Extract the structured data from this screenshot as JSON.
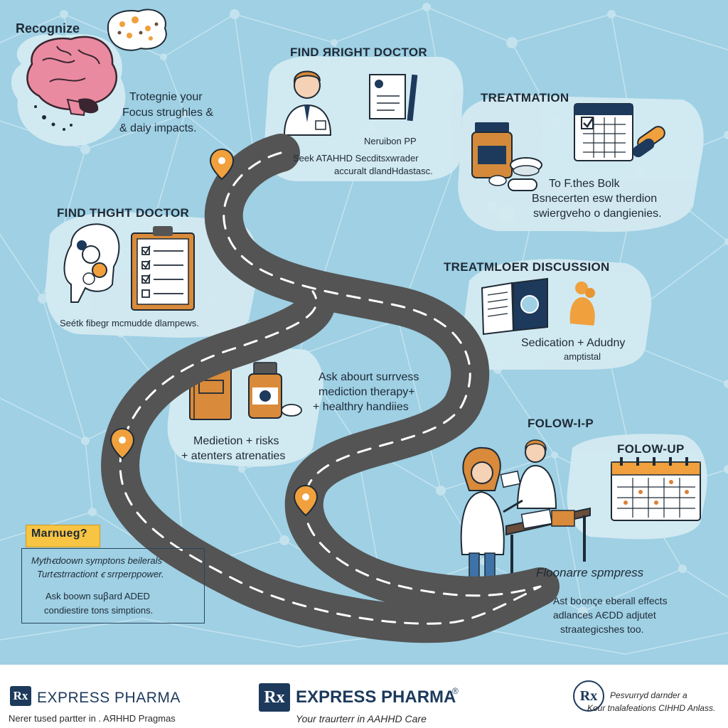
{
  "steps": {
    "recognize": {
      "title": "Recognize",
      "desc": [
        "Trotegnie your",
        "Focus strughles  &",
        "& daiy impacts."
      ]
    },
    "doctor_top": {
      "title": "FIND ЯRIGHT DOCTOR",
      "card_label": "Neruibon PP",
      "desc": [
        "Seek ATAHHD Secditsxwrader",
        "accuralt dlandHdastasc."
      ]
    },
    "treatment_top": {
      "title": "TREATMATION",
      "desc": [
        "To F.thes Bolk",
        "Bsnecerten esw therdion",
        "swiergveho o dangienies."
      ]
    },
    "doctor_left": {
      "title": "FIND THGHT DOCTOR",
      "desc": "Seétk fibegr mcmudde dlampews."
    },
    "discussion": {
      "title": "TREATMLOER DISCUSSION",
      "desc": [
        "Sedication + Adudny",
        "amptistal"
      ]
    },
    "ask": {
      "desc": [
        "Ask abourt surrvess",
        "mediction therapy+",
        "+ healthry handiies"
      ],
      "caption": [
        "Medietion + risks",
        "+ atenters atrenaties"
      ]
    },
    "followup_a": {
      "title": "FOLOW-I-P"
    },
    "followup_b": {
      "title": "FOLOW-UP"
    },
    "symptoms": {
      "title": "Floonarre spmpress",
      "desc": [
        "Ast boonꞔe eberall effects",
        "adlances AЄDD  adjutet",
        "straategicshes too."
      ]
    },
    "myth": {
      "tag": "Marnueg?",
      "lines": [
        "Mythꞓdoown symptons beilerals",
        "Turtꞓstrractiont ꞓ srrperppower.",
        "Ask boown suꞵard ADED",
        "condiestire tons simptions."
      ]
    }
  },
  "footer": {
    "left": {
      "brand": "EXPRESS PHARMA",
      "tagline": "Nerer tused partter in . AЯHHD Pragmas",
      "logo": "Rx"
    },
    "center": {
      "brand": "EXPRESS PHARMA",
      "reg": "®",
      "tagline": "Your traurterr in AAHHD Care",
      "logo": "Rx"
    },
    "right": {
      "tagline": [
        "Pesvurryd darnder a",
        "Kour tnalafeations CIHHD Anlass."
      ],
      "logo": "Rx"
    }
  },
  "colors": {
    "background": "#9fd0e4",
    "road": "#545454",
    "road_dash": "#ffffff",
    "pin": "#f0a03c",
    "accent_orange": "#f0a03c",
    "navy": "#1d3a5c",
    "bubble": "#d4eaf1"
  }
}
